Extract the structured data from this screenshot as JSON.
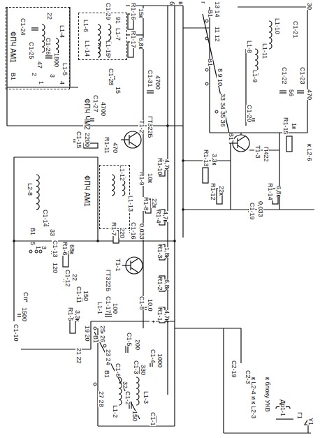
{
  "diagram": {
    "nodes": [
      {
        "text": [
          "ФПЧ АМ1"
        ]
      },
      {
        "text": [
          "ФПЧ ЧМ2"
        ]
      },
      {
        "text": [
          "ФПЧ АМ1"
        ]
      }
    ],
    "labels": [
      "С1-24",
      "22",
      "L1-4",
      "С1-25",
      "47",
      "С1-26",
      "1800",
      "L1-5",
      "В1",
      "2",
      "1",
      "3",
      "4",
      "С1-29",
      "91",
      "L1-6",
      "L1-7",
      "L1-14",
      "L1-15",
      "R1-16",
      "15к",
      "R1-17",
      "6,8к",
      "С1-27",
      "4700",
      "С1-28",
      "15",
      "С1-31",
      "4700",
      "б",
      "в",
      "г",
      "В1",
      "13 14",
      "11 12",
      "L1-10",
      "С1-21",
      "30",
      "L1-11",
      "С1-22",
      "56",
      "L1-9",
      "С1-23",
      "470",
      "В1",
      "8 9 10",
      "33 34 35 36",
      "В1",
      "С1-20",
      "L1-8",
      "к L2-6",
      "Т1-3",
      "П422",
      "R1-15",
      "1к",
      "R1-13",
      "3,3к",
      "R1-12",
      "22к",
      "R1-14",
      "6,8к",
      "С1-19",
      "0,033",
      "Т1-2",
      "ГТ322Б",
      "R1-11",
      "470",
      "С1-15",
      "2200",
      "R1-9",
      "10к",
      "R1-10",
      "4,7к",
      "R1-8",
      "22к",
      "L1-12",
      "L1-13",
      "С1-16",
      "0,033",
      "R1-4",
      "4,7к",
      "L2-8",
      "С1-14",
      "33",
      "С1-13",
      "120",
      "R1-6",
      "68к",
      "С1-12",
      "22",
      "С1-11",
      "150",
      "R1-5",
      "3,3к",
      "L1-1",
      "С1-17",
      "100",
      "Сп*",
      "1500",
      "С1-10",
      "В1",
      "5",
      "1",
      "3",
      "R1-7",
      "220",
      "Т1-1",
      "ГТ322Б",
      "R1-3",
      "1,8к",
      "R1-2",
      "6,8к",
      "С1-8",
      "10,0",
      "+",
      "R1-1",
      "4,7к",
      "19 20",
      "21 22",
      "В1",
      "25",
      "26",
      "В1",
      "23 24",
      "С1-5",
      "200",
      "С1-6",
      "32",
      "С1-3",
      "330",
      "С1-2",
      "150",
      "С1-4",
      "1000",
      "L1-2",
      "L1-3",
      "С1-1",
      "27 28",
      "С2-19",
      "С2-3",
      "к L2-4 и к L2-3",
      "к блоку УКВ",
      "Др1-1",
      "Г1",
      "Y1"
    ]
  }
}
